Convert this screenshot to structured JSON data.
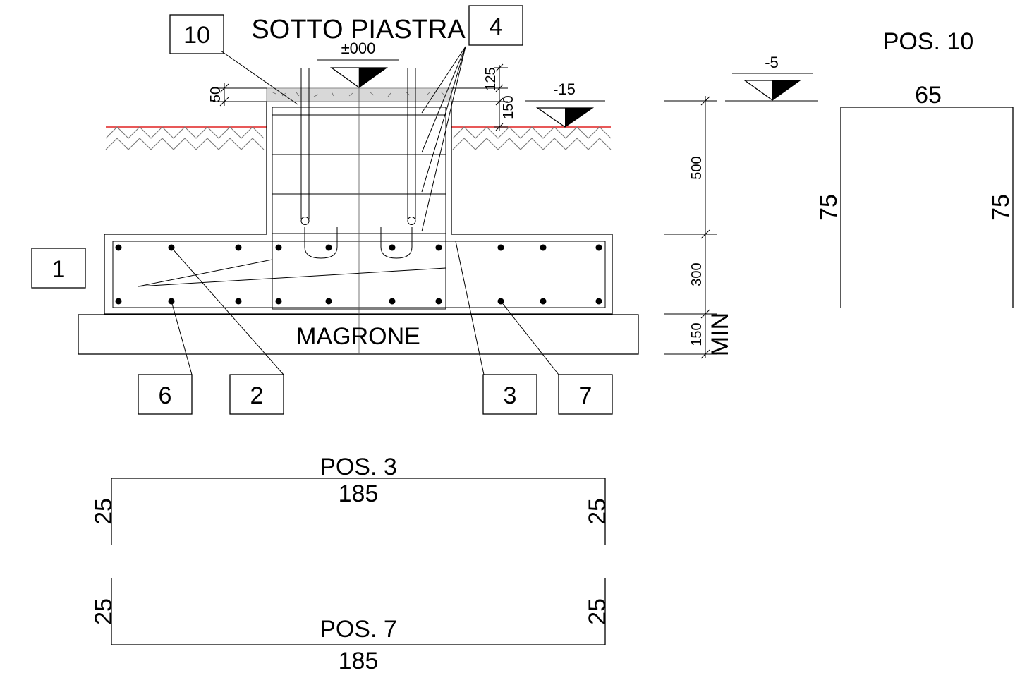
{
  "title": "SOTTO PIASTRA",
  "levels": {
    "top": "±000",
    "ground": "-15",
    "side": "-5"
  },
  "dimensions": {
    "plate": "50",
    "d125": "125",
    "d150_top": "150",
    "d500": "500",
    "d300": "300",
    "d150_bottom": "150",
    "min": "MIN"
  },
  "magrone": "MAGRONE",
  "position_tags": {
    "p10": "10",
    "p4": "4",
    "p1": "1",
    "p6": "6",
    "p2": "2",
    "p3": "3",
    "p7": "7"
  },
  "bar_details": {
    "pos10": {
      "title": "POS. 10",
      "top": "65",
      "left": "75",
      "right": "75"
    },
    "pos3": {
      "title": "POS. 3",
      "length": "185",
      "left": "25",
      "right": "25"
    },
    "pos7": {
      "title": "POS. 7",
      "length": "185",
      "left": "25",
      "right": "25"
    }
  },
  "colors": {
    "ground_line": "#e02020",
    "lines": "#000000"
  }
}
